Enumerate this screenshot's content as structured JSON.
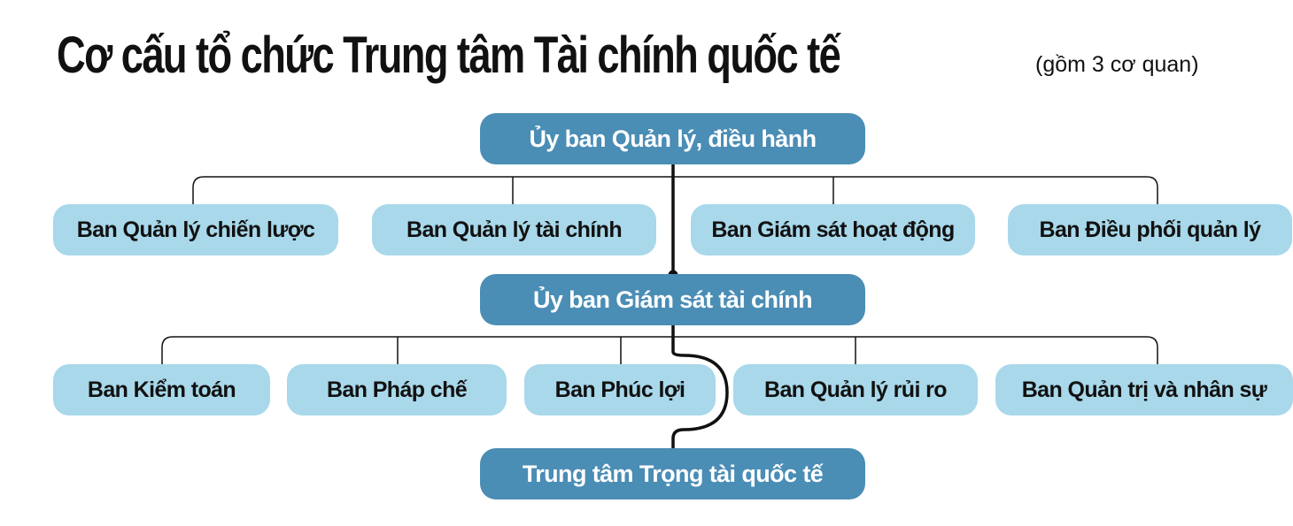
{
  "title": {
    "main": "Cơ cấu tổ chức Trung tâm Tài chính quốc tế",
    "sub": "(gồm 3 cơ quan)"
  },
  "colors": {
    "primary_box": "#4a8db5",
    "secondary_box": "#a8d8ea",
    "connector": "#111111"
  },
  "agencies": {
    "management": "Ủy ban Quản lý, điều hành",
    "supervision": "Ủy ban Giám sát tài chính",
    "arbitration": "Trung tâm Trọng tài quốc tế"
  },
  "management_boards": [
    "Ban Quản lý chiến lược",
    "Ban Quản lý tài chính",
    "Ban Giám sát hoạt động",
    "Ban Điều phối quản lý"
  ],
  "supervision_boards": [
    "Ban Kiểm toán",
    "Ban Pháp chế",
    "Ban Phúc lợi",
    "Ban Quản lý rủi ro",
    "Ban Quản trị và nhân sự"
  ]
}
